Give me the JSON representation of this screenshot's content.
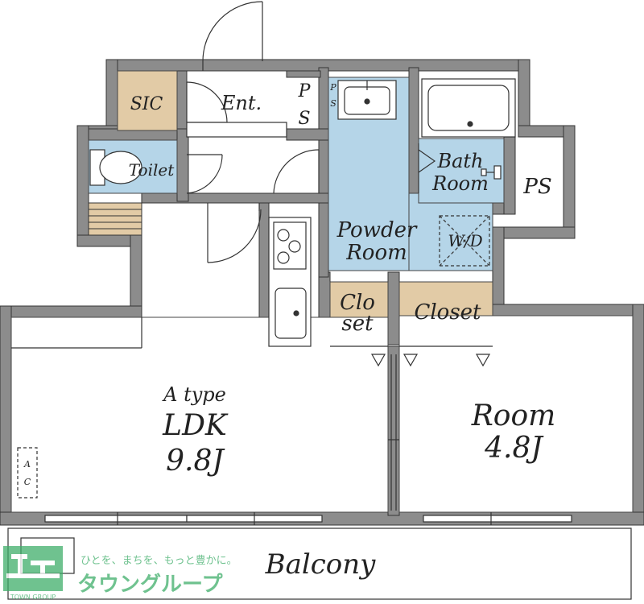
{
  "labels": {
    "sic": "SIC",
    "entrance": "Ent.",
    "ps_top_p": "P",
    "ps_top_s": "S",
    "ps_small_p": "P",
    "ps_small_s": "S",
    "toilet": "Toilet",
    "bath_line1": "Bath",
    "bath_line2": "Room",
    "ps_right": "PS",
    "powder_line1": "Powder",
    "powder_line2": "Room",
    "wd": "W/D",
    "closet_small_line1": "Clo",
    "closet_small_line2": "set",
    "closet": "Closet",
    "type": "A type",
    "ldk": "LDK",
    "ldk_size": "9.8J",
    "room": "Room",
    "room_size": "4.8J",
    "ac_a": "A",
    "ac_c": "C",
    "balcony": "Balcony"
  },
  "brand": {
    "slogan": "ひとを、まちを、もっと豊かに。",
    "name": "タウングループ",
    "logo_text": "TOWN GROUP"
  },
  "colors": {
    "wall": "#8c8c8c",
    "wet_area": "#b5d5e8",
    "storage": "#e2cba6",
    "brand_green": "#3fae6a"
  }
}
